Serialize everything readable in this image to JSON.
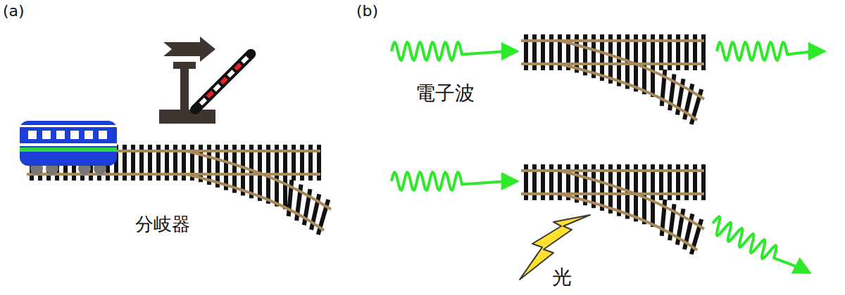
{
  "diagram": {
    "labels": [
      "(a)",
      "(b)",
      "分岐器",
      "電子波",
      "光"
    ]
  }
}
